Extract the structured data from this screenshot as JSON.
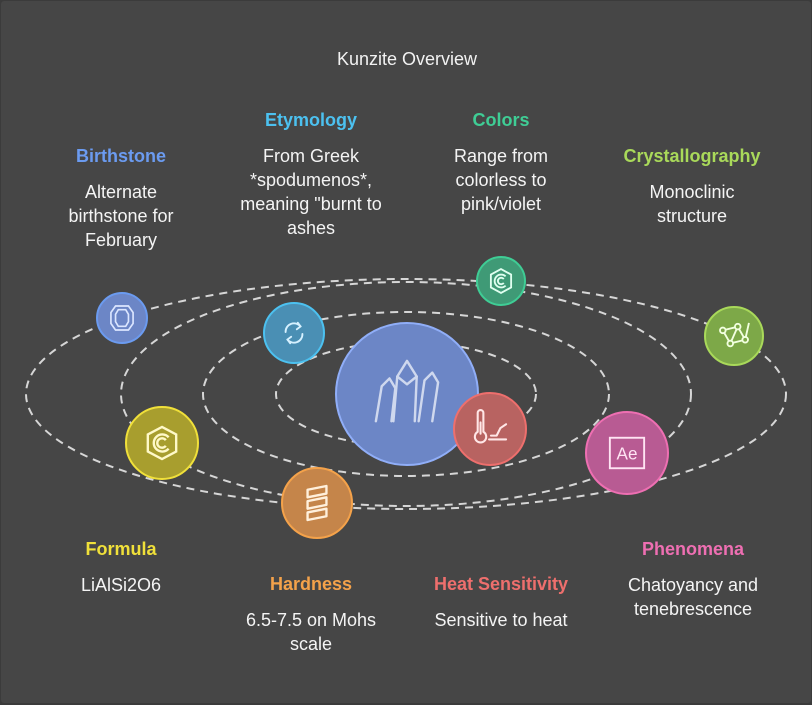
{
  "title": "Kunzite Overview",
  "colors": {
    "background": "#464646",
    "center": "#6c86c6",
    "birthstone": "#6b9bf0",
    "etymology": "#4cc1f0",
    "colors_topic": "#3fcd95",
    "crystallography": "#a9d95a",
    "formula": "#f0e03a",
    "hardness": "#f4a24a",
    "heat": "#ee6f6d",
    "phenomena": "#ee6fb2"
  },
  "topics": {
    "birthstone": {
      "label": "Birthstone",
      "desc": "Alternate birthstone for February",
      "icon": "gem-icon"
    },
    "etymology": {
      "label": "Etymology",
      "desc": "From Greek *spodumenos*, meaning \"burnt to ashes",
      "icon": "refresh-icon"
    },
    "colors": {
      "label": "Colors",
      "desc": "Range from colorless to pink/violet",
      "icon": "copyright-icon"
    },
    "crystallography": {
      "label": "Crystallography",
      "desc": "Monoclinic structure",
      "icon": "molecule-icon"
    },
    "formula": {
      "label": "Formula",
      "desc": "LiAlSi2O6",
      "icon": "c-hexagon-icon"
    },
    "hardness": {
      "label": "Hardness",
      "desc": "6.5-7.5 on Mohs scale",
      "icon": "scale-layers-icon"
    },
    "heat": {
      "label": "Heat Sensitivity",
      "desc": "Sensitive to heat",
      "icon": "thermometer-icon"
    },
    "phenomena": {
      "label": "Phenomena",
      "desc": "Chatoyancy and tenebrescence",
      "icon": "ae-icon"
    }
  },
  "center_icon": "crystal-icon"
}
